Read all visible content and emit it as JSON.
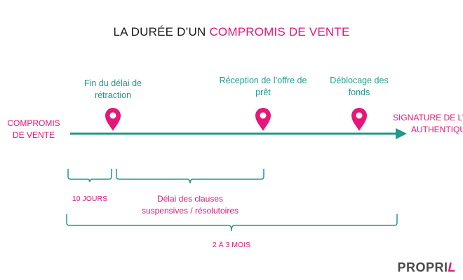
{
  "title": {
    "prefix": "LA DURÉE D’UN",
    "highlight": "COMPROMIS DE VENTE"
  },
  "start": {
    "line1": "COMPROMIS",
    "line2": "DE VENTE"
  },
  "end": {
    "line1": "SIGNATURE DE L’A",
    "line2": "AUTHENTIQU"
  },
  "milestones": [
    {
      "line1": "Fin du délai de",
      "line2": "rétraction"
    },
    {
      "line1": "Réception de l’offre de",
      "line2": "prêt"
    },
    {
      "line1": "Déblocage des",
      "line2": "fonds"
    }
  ],
  "durations": {
    "retraction": "10 JOURS",
    "clauses_line1": "Délai des clauses",
    "clauses_line2": "suspensives / résolutoires",
    "total": "2 À 3 MOIS"
  },
  "logo": {
    "main": "PROPRI",
    "accent": "L"
  },
  "colors": {
    "pink": "#e6177a",
    "teal": "#1f9a8a",
    "text": "#1a1a1a"
  }
}
